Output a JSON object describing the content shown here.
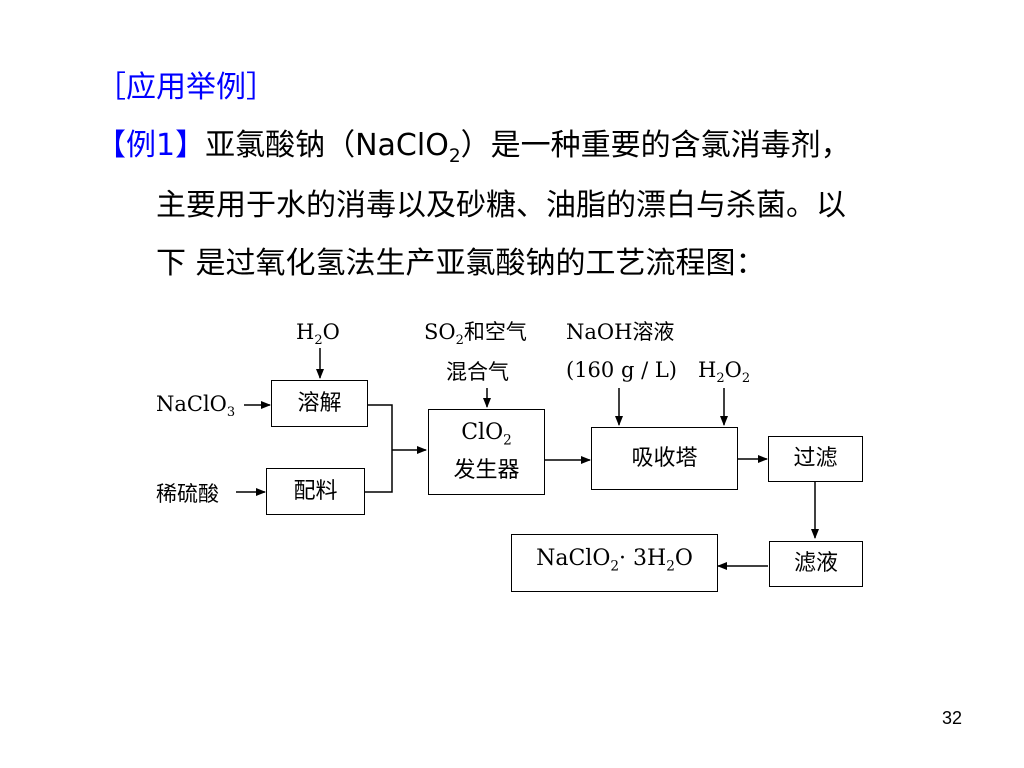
{
  "heading": "［应用举例］",
  "example": {
    "tag": "【例1】",
    "text_1": "亚氯酸钠（NaClO",
    "text_1_sub": "2",
    "text_1_end": "）是一种重要的含氯消毒剂，",
    "line_2": "主要用于水的消毒以及砂糖、油脂的漂白与杀菌。以",
    "line_3": "下  是过氧化氢法生产亚氯酸钠的工艺流程图："
  },
  "flow": {
    "boxes": {
      "dissolve": "溶解",
      "mix": "配料",
      "generator_l1": "ClO",
      "generator_l1_sub": "2",
      "generator_l2": "发生器",
      "absorber": "吸收塔",
      "filter": "过滤",
      "filtrate": "滤液",
      "product_a": "NaClO",
      "product_sub1": "2",
      "product_b": "· 3H",
      "product_sub2": "2",
      "product_c": "O"
    },
    "inputs": {
      "water_a": "H",
      "water_sub": "2",
      "water_b": "O",
      "naclo3_a": "NaClO",
      "naclo3_sub": "3",
      "acid": "稀硫酸",
      "so2_a": "SO",
      "so2_sub": "2",
      "so2_b": "和空气",
      "so2_l2": "混合气",
      "naoh_l1": "NaOH溶液",
      "naoh_l2": "(160 g / L)",
      "h2o2_a": "H",
      "h2o2_sub1": "2",
      "h2o2_b": "O",
      "h2o2_sub2": "2"
    }
  },
  "page_number": "32"
}
